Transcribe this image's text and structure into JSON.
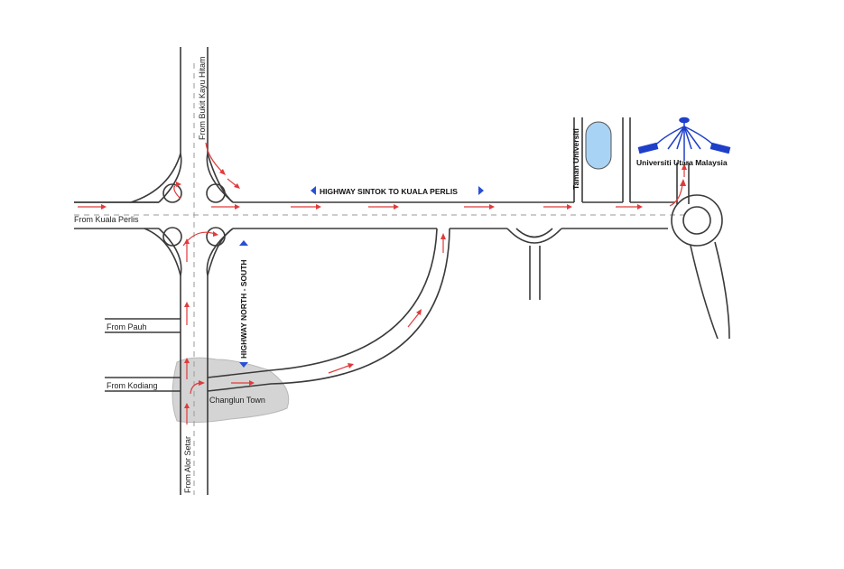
{
  "labels": {
    "from_bukit_kayu_hitam": "From Bukit Kayu Hitam",
    "from_kuala_perlis": "From Kuala Perlis",
    "from_pauh": "From Pauh",
    "from_kodiang": "From Kodiang",
    "from_alor_setar": "From Alor Setar",
    "changlun_town": "Changlun Town",
    "highway_sintok": "HIGHWAY SINTOK TO KUALA PERLIS",
    "highway_north_south": "HIGHWAY NORTH - SOUTH",
    "taman_universiti": "Taman Universiti",
    "universiti_utara": "Universiti Utara Malaysia"
  },
  "colors": {
    "road": "#3a3a3a",
    "route_arrow": "#e03a3a",
    "highway_marker": "#2a4fd6",
    "town_area": "#d4d4d4",
    "lake": "#a9d3f5",
    "logo": "#1f3fc9"
  },
  "icons": {
    "logo": "university-logo-icon",
    "direction_marker": "triangle-icon"
  }
}
